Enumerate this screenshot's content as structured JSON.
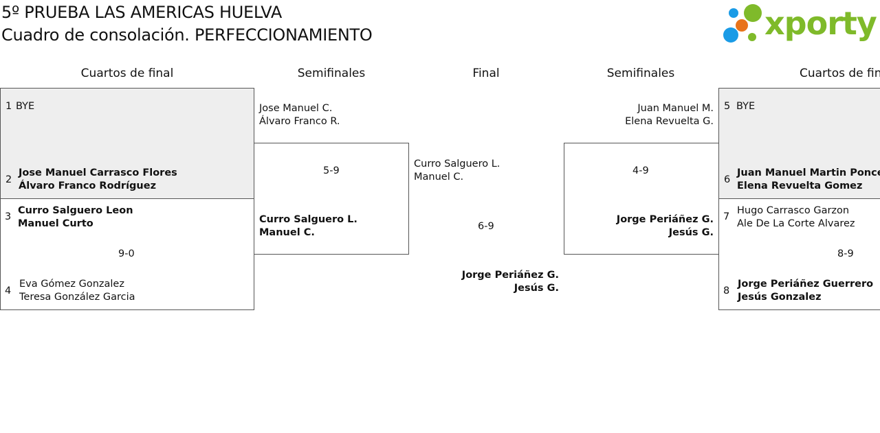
{
  "header": {
    "title": "5º PRUEBA LAS AMERICAS HUELVA",
    "subtitle": "Cuadro de consolación. PERFECCIONAMIENTO"
  },
  "logo": {
    "text": "xporty",
    "colors": [
      "#1a9be6",
      "#7fba2a",
      "#e8731a"
    ]
  },
  "rounds": {
    "left_quarters": "Cuartos de final",
    "left_semis": "Semifinales",
    "final": "Final",
    "right_semis": "Semifinales",
    "right_quarters": "Cuartos de final"
  },
  "left": {
    "qf1": {
      "a_num": "1",
      "a_name": "BYE",
      "b_num": "2",
      "b_line1": "Jose Manuel Carrasco Flores",
      "b_line2": "Álvaro Franco Rodríguez"
    },
    "qf2": {
      "a_num": "3",
      "a_line1": "Curro Salguero Leon",
      "a_line2": "Manuel Curto",
      "score": "9-0",
      "b_num": "4",
      "b_line1": "Eva Gómez Gonzalez",
      "b_line2": "Teresa González Garcia"
    },
    "sf": {
      "top_line1": "Jose Manuel C.",
      "top_line2": "Álvaro Franco R.",
      "score": "5-9",
      "bottom_line1": "Curro Salguero L.",
      "bottom_line2": "Manuel C."
    }
  },
  "final": {
    "top_line1": "Curro Salguero L.",
    "top_line2": "Manuel C.",
    "score": "6-9",
    "bottom_line1": "Jorge Periáñez G.",
    "bottom_line2": "Jesús G."
  },
  "right": {
    "sf": {
      "top_line1": "Juan Manuel M.",
      "top_line2": "Elena Revuelta G.",
      "score": "4-9",
      "bottom_line1": "Jorge Periáñez G.",
      "bottom_line2": "Jesús G."
    },
    "qf1": {
      "a_num": "5",
      "a_name": "BYE",
      "b_num": "6",
      "b_line1": "Juan Manuel Martin Ponce",
      "b_line2": "Elena Revuelta Gomez"
    },
    "qf2": {
      "a_num": "7",
      "a_line1": "Hugo Carrasco Garzon",
      "a_line2": "Ale De La Corte Alvarez",
      "score": "8-9",
      "b_num": "8",
      "b_line1": "Jorge Periáñez Guerrero",
      "b_line2": "Jesús Gonzalez"
    }
  }
}
